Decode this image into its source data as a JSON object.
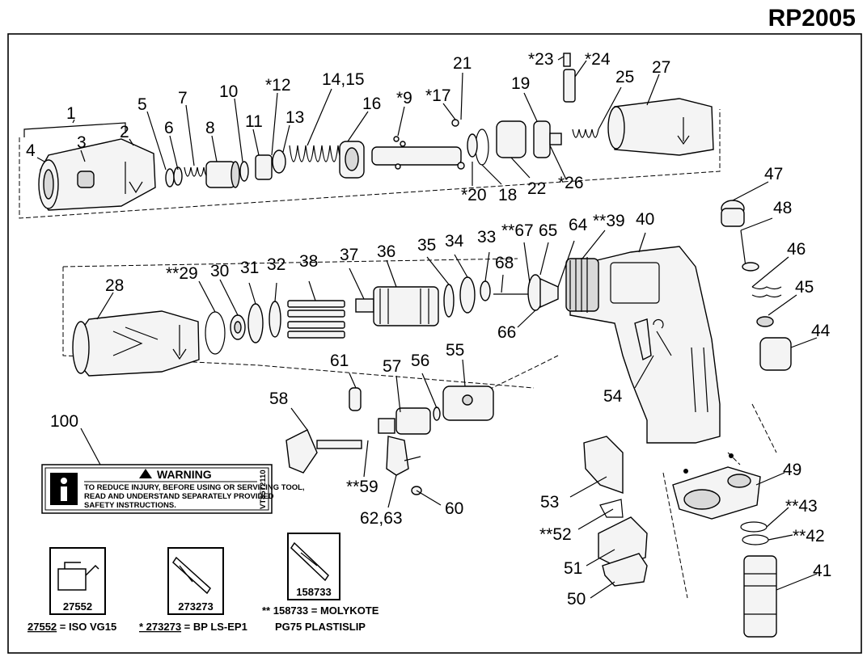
{
  "title": "RP2005",
  "part_labels": [
    {
      "id": "1",
      "text": "1"
    },
    {
      "id": "2",
      "text": "2"
    },
    {
      "id": "3",
      "text": "3"
    },
    {
      "id": "4",
      "text": "4"
    },
    {
      "id": "5",
      "text": "5"
    },
    {
      "id": "6",
      "text": "6"
    },
    {
      "id": "7",
      "text": "7"
    },
    {
      "id": "8",
      "text": "8"
    },
    {
      "id": "10",
      "text": "10"
    },
    {
      "id": "11",
      "text": "11"
    },
    {
      "id": "12",
      "text": "*12"
    },
    {
      "id": "13",
      "text": "13"
    },
    {
      "id": "1415",
      "text": "14,15"
    },
    {
      "id": "16",
      "text": "16"
    },
    {
      "id": "9",
      "text": "*9"
    },
    {
      "id": "17",
      "text": "*17"
    },
    {
      "id": "21",
      "text": "21"
    },
    {
      "id": "20",
      "text": "*20"
    },
    {
      "id": "18",
      "text": "18"
    },
    {
      "id": "22",
      "text": "22"
    },
    {
      "id": "23",
      "text": "*23"
    },
    {
      "id": "24",
      "text": "*24"
    },
    {
      "id": "19",
      "text": "19"
    },
    {
      "id": "25",
      "text": "25"
    },
    {
      "id": "27",
      "text": "27"
    },
    {
      "id": "26",
      "text": "*26"
    },
    {
      "id": "47",
      "text": "47"
    },
    {
      "id": "48",
      "text": "48"
    },
    {
      "id": "46",
      "text": "46"
    },
    {
      "id": "45",
      "text": "45"
    },
    {
      "id": "44",
      "text": "44"
    },
    {
      "id": "28",
      "text": "28"
    },
    {
      "id": "29",
      "text": "**29"
    },
    {
      "id": "30",
      "text": "30"
    },
    {
      "id": "31",
      "text": "31"
    },
    {
      "id": "32",
      "text": "32"
    },
    {
      "id": "38",
      "text": "38"
    },
    {
      "id": "37",
      "text": "37"
    },
    {
      "id": "36",
      "text": "36"
    },
    {
      "id": "35",
      "text": "35"
    },
    {
      "id": "34",
      "text": "34"
    },
    {
      "id": "33",
      "text": "33"
    },
    {
      "id": "67",
      "text": "**67"
    },
    {
      "id": "65",
      "text": "65"
    },
    {
      "id": "64",
      "text": "64"
    },
    {
      "id": "39",
      "text": "**39"
    },
    {
      "id": "40",
      "text": "40"
    },
    {
      "id": "68",
      "text": "68"
    },
    {
      "id": "66",
      "text": "66"
    },
    {
      "id": "61",
      "text": "61"
    },
    {
      "id": "57",
      "text": "57"
    },
    {
      "id": "56",
      "text": "56"
    },
    {
      "id": "55",
      "text": "55"
    },
    {
      "id": "54",
      "text": "54"
    },
    {
      "id": "58",
      "text": "58"
    },
    {
      "id": "100",
      "text": "100"
    },
    {
      "id": "59",
      "text": "**59"
    },
    {
      "id": "60",
      "text": "60"
    },
    {
      "id": "6263",
      "text": "62,63"
    },
    {
      "id": "53",
      "text": "53"
    },
    {
      "id": "52",
      "text": "**52"
    },
    {
      "id": "51",
      "text": "51"
    },
    {
      "id": "50",
      "text": "50"
    },
    {
      "id": "49",
      "text": "49"
    },
    {
      "id": "43",
      "text": "**43"
    },
    {
      "id": "42",
      "text": "**42"
    },
    {
      "id": "41",
      "text": "41"
    }
  ],
  "warning_label": {
    "heading": "WARNING",
    "lines": [
      "TO REDUCE INJURY, BEFORE USING OR SERVICING TOOL,",
      "READ AND UNDERSTAND SEPARATELY PROVIDED",
      "SAFETY INSTRUCTIONS."
    ],
    "side_code": "VT8572110"
  },
  "lubricants": [
    {
      "code": "27552",
      "legend_code": "27552",
      "legend_text": " = ISO VG15"
    },
    {
      "code": "273273",
      "legend_code": "* 273273",
      "legend_text": " = BP LS-EP1"
    },
    {
      "code": "158733",
      "legend_code": "** 158733",
      "legend_text": " = MOLYKOTE",
      "legend_line2": "PG75 PLASTISLIP"
    }
  ]
}
